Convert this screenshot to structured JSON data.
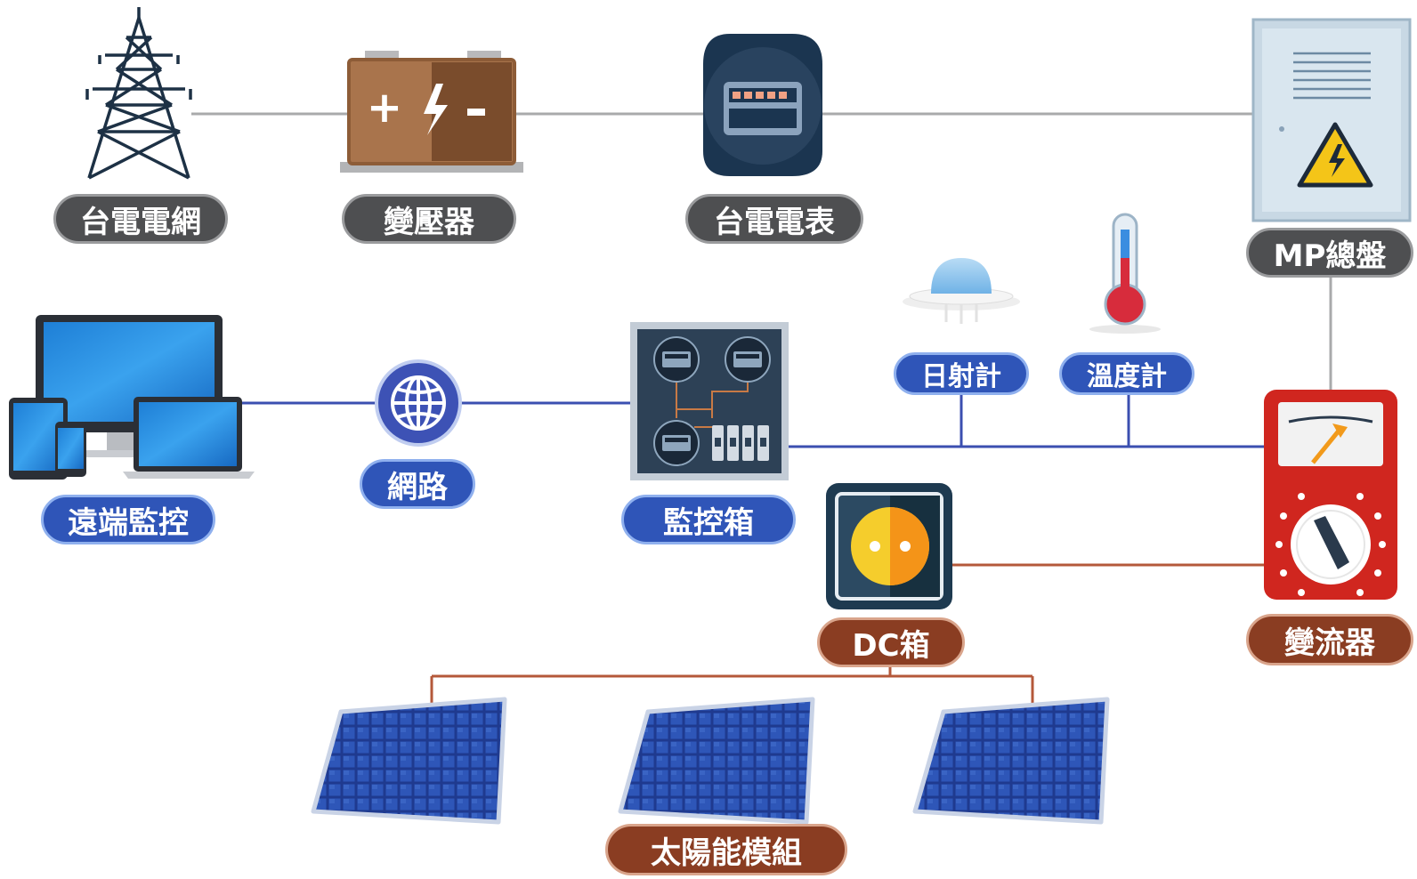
{
  "nodes": {
    "taipower_grid": "台電電網",
    "transformer": "變壓器",
    "taipower_meter": "台電電表",
    "mp_panel": "MP總盤",
    "remote_monitoring": "遠端監控",
    "network": "網路",
    "monitoring_box": "監控箱",
    "pyranometer": "日射計",
    "thermometer": "溫度計",
    "inverter": "變流器",
    "dc_box": "DC箱",
    "solar_modules": "太陽能模組"
  },
  "colors": {
    "ac_line": "#a9aaab",
    "data_line": "#3b4fb0",
    "dc_line": "#b4583a",
    "label_gray": "#4e4f51",
    "label_blue": "#2f55b8",
    "label_brown": "#8a3d22"
  },
  "icons": {
    "taipower_grid": "power-tower-icon",
    "transformer": "battery-transformer-icon",
    "taipower_meter": "electric-meter-icon",
    "mp_panel": "electrical-cabinet-icon",
    "remote_monitoring": "devices-icon",
    "network": "globe-icon",
    "monitoring_box": "meter-box-icon",
    "pyranometer": "pyranometer-icon",
    "thermometer": "thermometer-icon",
    "inverter": "inverter-gauge-icon",
    "dc_box": "dc-socket-icon",
    "solar_modules": "solar-panel-icon"
  }
}
